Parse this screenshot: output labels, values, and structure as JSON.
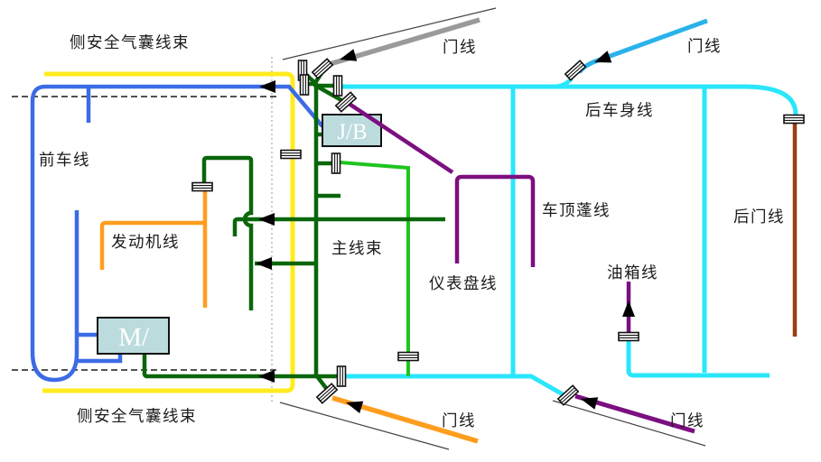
{
  "labels": {
    "side_airbag_top": "侧安全气囊线束",
    "side_airbag_bottom": "侧安全气囊线束",
    "front_car": "前车线",
    "engine": "发动机线",
    "main_harness": "主线束",
    "instrument_panel": "仪表盘线",
    "roof": "车顶蓬线",
    "rear_body": "后车身线",
    "fuel_tank": "油箱线",
    "rear_door": "后门线",
    "door_top": "门线",
    "door_top_right": "门线",
    "door_bottom": "门线",
    "door_bottom_right": "门线"
  },
  "boxes": {
    "jb": "J/B",
    "m": "M/"
  },
  "colors": {
    "side_airbag": "#ffec1f",
    "front_car": "#3c6be6",
    "engine": "#ff9d1e",
    "main_harness": "#0a660a",
    "floor_branch": "#1fc41f",
    "rear_body": "#2ae6fb",
    "roof_instrument": "#7c0f80",
    "fuel_tank": "#7c0f80",
    "rear_door": "#9c3c10",
    "door_gray": "#9a9a9a",
    "door_cyan": "#2ab2ea",
    "door_orange": "#ff9d1e",
    "door_purple": "#7c0f80",
    "box_fill": "#bcdbdd",
    "outline": "#444444",
    "dash": "#1a1a1a"
  }
}
